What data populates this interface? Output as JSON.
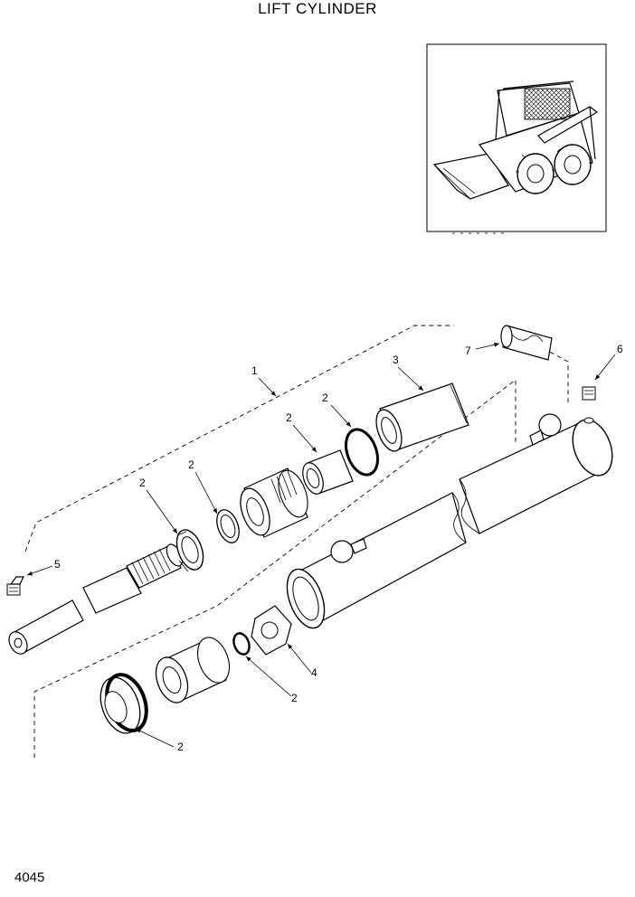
{
  "title": "LIFT CYLINDER",
  "page_number": "4045",
  "callouts": {
    "c1": "1",
    "c2a": "2",
    "c2b": "2",
    "c2c": "2",
    "c2d": "2",
    "c2e": "2",
    "c2f": "2",
    "c3": "3",
    "c4": "4",
    "c5": "5",
    "c6": "6",
    "c7": "7"
  },
  "inset": {
    "subject": "skid-steer-loader"
  }
}
